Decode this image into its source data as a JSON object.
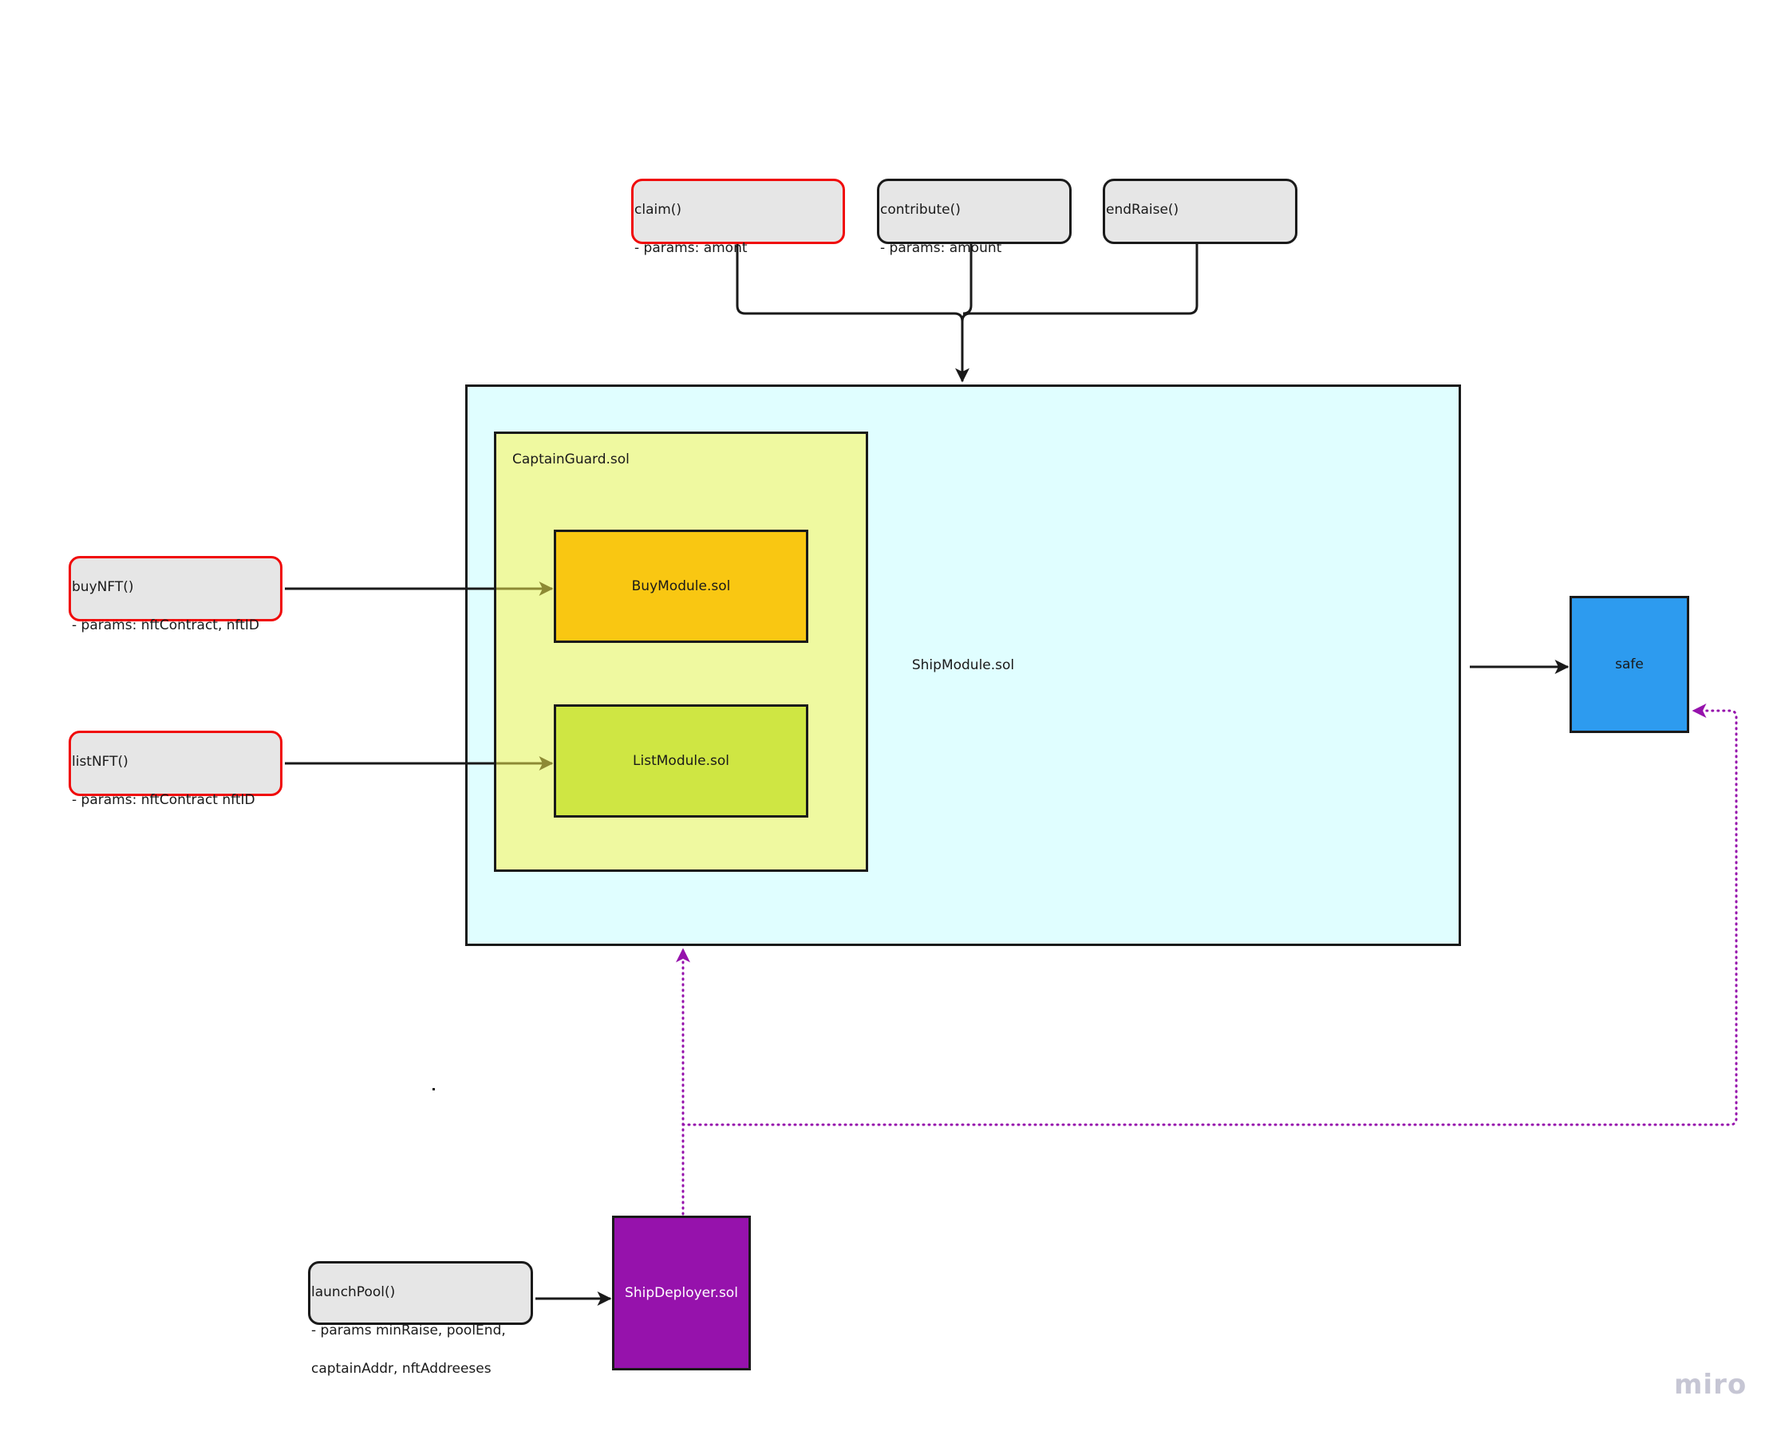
{
  "nodes": {
    "claim": {
      "title": "claim()",
      "params": "- params: amont"
    },
    "contribute": {
      "title": "contribute()",
      "params": "- params: amount"
    },
    "end_raise": {
      "title": "endRaise()",
      "params": ""
    },
    "buy_nft": {
      "title": "buyNFT()",
      "params": "- params: nftContract, nftID"
    },
    "list_nft": {
      "title": "listNFT()",
      "params": "- params: nftContract nftID"
    },
    "launch_pool": {
      "title": "launchPool()",
      "params": "- params minRaise, poolEnd,",
      "params2": "captainAddr, nftAddreeses"
    },
    "ship_module": {
      "label": "ShipModule.sol"
    },
    "captain_guard": {
      "label": "CaptainGuard.sol"
    },
    "buy_module": {
      "label": "BuyModule.sol"
    },
    "list_module": {
      "label": "ListModule.sol"
    },
    "safe": {
      "label": "safe"
    },
    "ship_deployer": {
      "label": "ShipDeployer.sol"
    }
  },
  "colors": {
    "function_fill": "#e6e6e6",
    "highlight_border": "#f00a0a",
    "ship_module_fill": "#e0feff",
    "captain_guard_fill": "#eff9a0",
    "buy_module_fill": "#f9c712",
    "list_module_fill": "#cfe643",
    "safe_fill": "#2d9bef",
    "ship_deployer_fill": "#9612ac",
    "deploy_link": "#9612ac",
    "guard_arrow": "#8d8a34"
  },
  "edges": [
    {
      "from": "claim",
      "to": "ship_module",
      "style": "solid"
    },
    {
      "from": "contribute",
      "to": "ship_module",
      "style": "solid"
    },
    {
      "from": "end_raise",
      "to": "ship_module",
      "style": "solid"
    },
    {
      "from": "buy_nft",
      "to": "buy_module",
      "style": "solid"
    },
    {
      "from": "list_nft",
      "to": "list_module",
      "style": "solid"
    },
    {
      "from": "ship_module",
      "to": "safe",
      "style": "solid"
    },
    {
      "from": "launch_pool",
      "to": "ship_deployer",
      "style": "solid"
    },
    {
      "from": "ship_deployer",
      "to": "ship_module",
      "style": "dotted"
    },
    {
      "from": "ship_deployer",
      "to": "safe",
      "style": "dotted"
    }
  ],
  "watermark": "miro"
}
